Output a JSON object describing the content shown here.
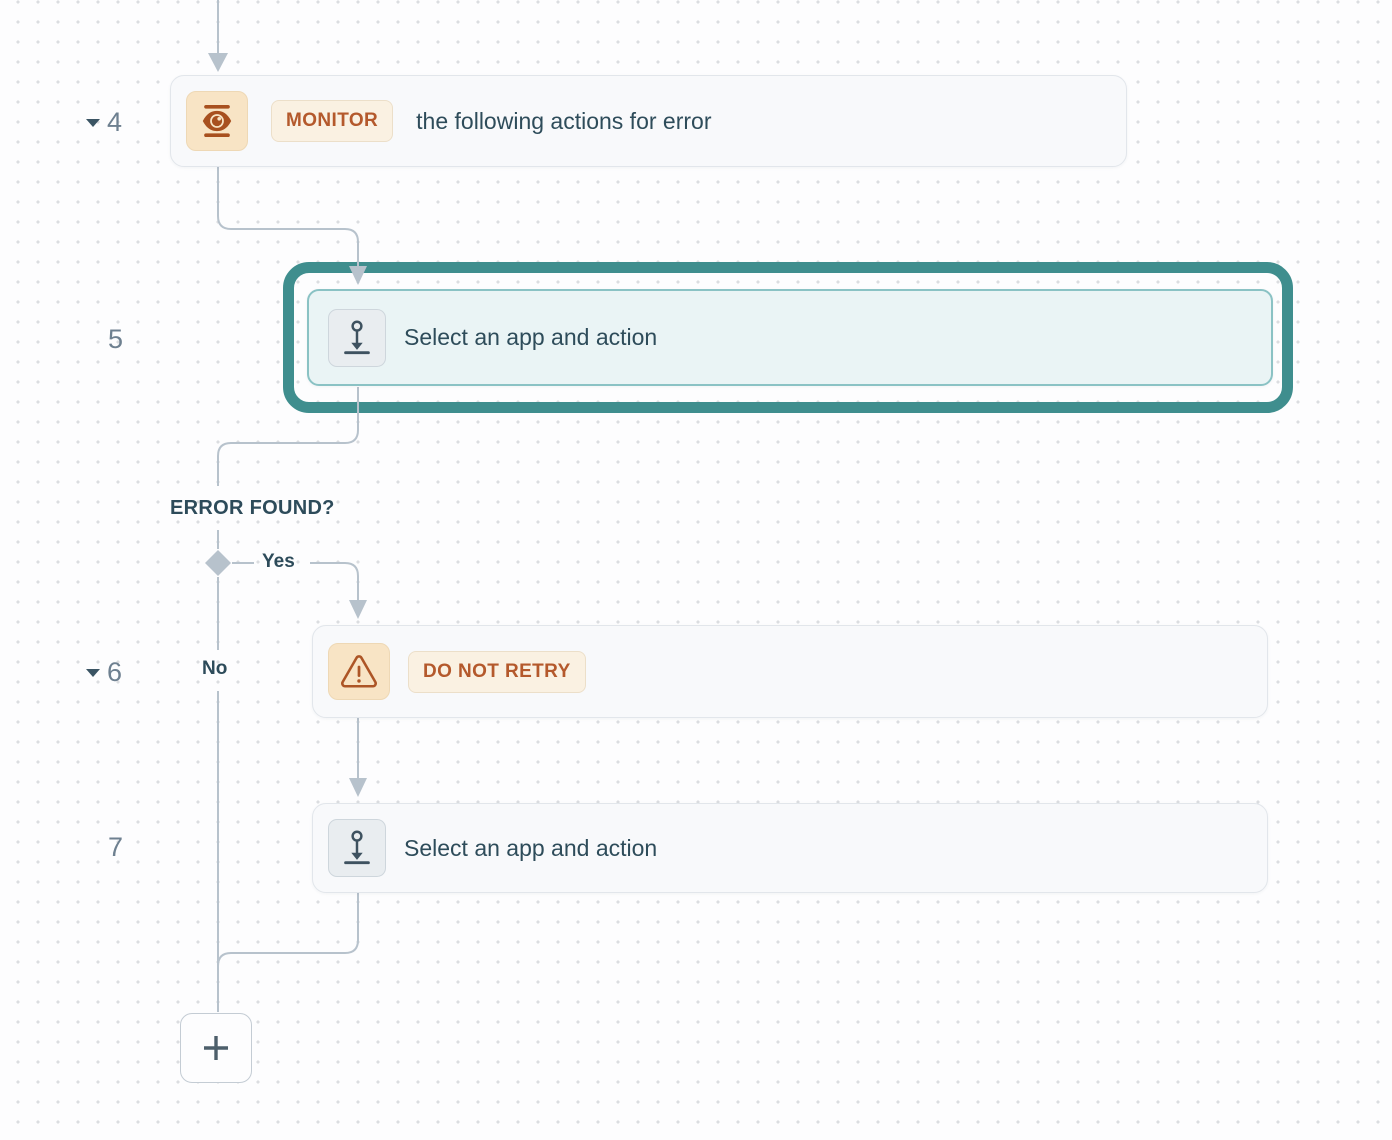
{
  "workflow": {
    "steps": [
      {
        "number": "4",
        "badge": "MONITOR",
        "text": "the following actions for error",
        "icon": "monitor-eye-icon",
        "collapsible": true
      },
      {
        "number": "5",
        "text": "Select an app and action",
        "icon": "app-action-icon",
        "selected": true
      },
      {
        "number": "6",
        "badge": "DO NOT RETRY",
        "icon": "warning-triangle-icon",
        "collapsible": true
      },
      {
        "number": "7",
        "text": "Select an app and action",
        "icon": "app-action-icon"
      }
    ],
    "branch": {
      "question": "ERROR FOUND?",
      "yes_label": "Yes",
      "no_label": "No"
    },
    "add_step_icon": "plus-icon"
  },
  "colors": {
    "selection_ring": "#3f8e8e",
    "selected_node_bg": "#eaf4f5",
    "selected_node_border": "#8ac2c4",
    "connector": "#b7c2cc",
    "node_bg": "#f8f9fb",
    "node_border": "#e2e6eb",
    "node_text": "#2e4c5a",
    "step_number": "#6e8090",
    "badge_text": "#b4592c",
    "badge_bg": "#faf1e2",
    "icon_amber_bg": "#f8e4c5",
    "icon_gray_bg": "#e9edf0",
    "canvas_dot": "#dbdde0"
  }
}
